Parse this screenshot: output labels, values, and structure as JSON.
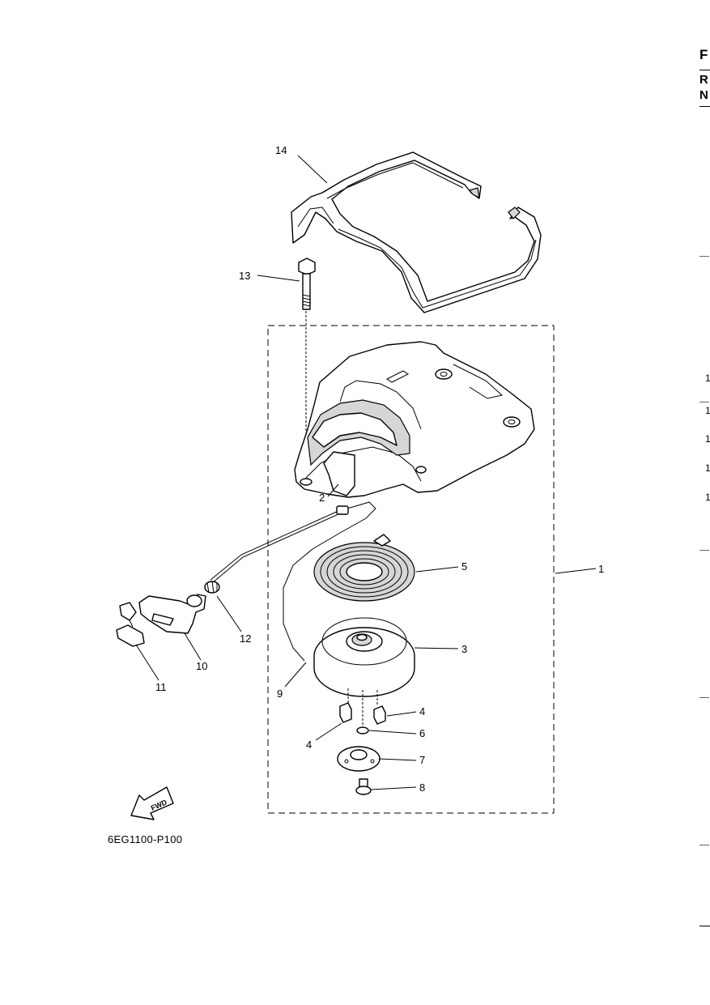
{
  "diagram": {
    "reference_code": "6EG1100-P100",
    "fwd_label": "FWD",
    "callouts": [
      {
        "id": "1",
        "text": "1"
      },
      {
        "id": "2",
        "text": "2"
      },
      {
        "id": "3",
        "text": "3"
      },
      {
        "id": "4a",
        "text": "4"
      },
      {
        "id": "4b",
        "text": "4"
      },
      {
        "id": "5",
        "text": "5"
      },
      {
        "id": "6",
        "text": "6"
      },
      {
        "id": "7",
        "text": "7"
      },
      {
        "id": "8",
        "text": "8"
      },
      {
        "id": "9",
        "text": "9"
      },
      {
        "id": "10",
        "text": "10"
      },
      {
        "id": "11",
        "text": "11"
      },
      {
        "id": "12",
        "text": "12"
      },
      {
        "id": "13",
        "text": "13"
      },
      {
        "id": "14",
        "text": "14"
      }
    ],
    "parts": [
      "starter-housing",
      "rope-guide",
      "sheave-drum",
      "drive-pawl",
      "starter-spring",
      "circlip",
      "drive-plate",
      "sheave-bolt",
      "starter-rope",
      "starter-handle",
      "handle-seal",
      "rope-damper",
      "housing-bolt",
      "flywheel-cover-seal"
    ]
  },
  "edge_fragments": {
    "top": [
      "F",
      "R",
      "N"
    ],
    "row_marks": [
      "1",
      "1",
      "1",
      "1",
      "1"
    ]
  }
}
